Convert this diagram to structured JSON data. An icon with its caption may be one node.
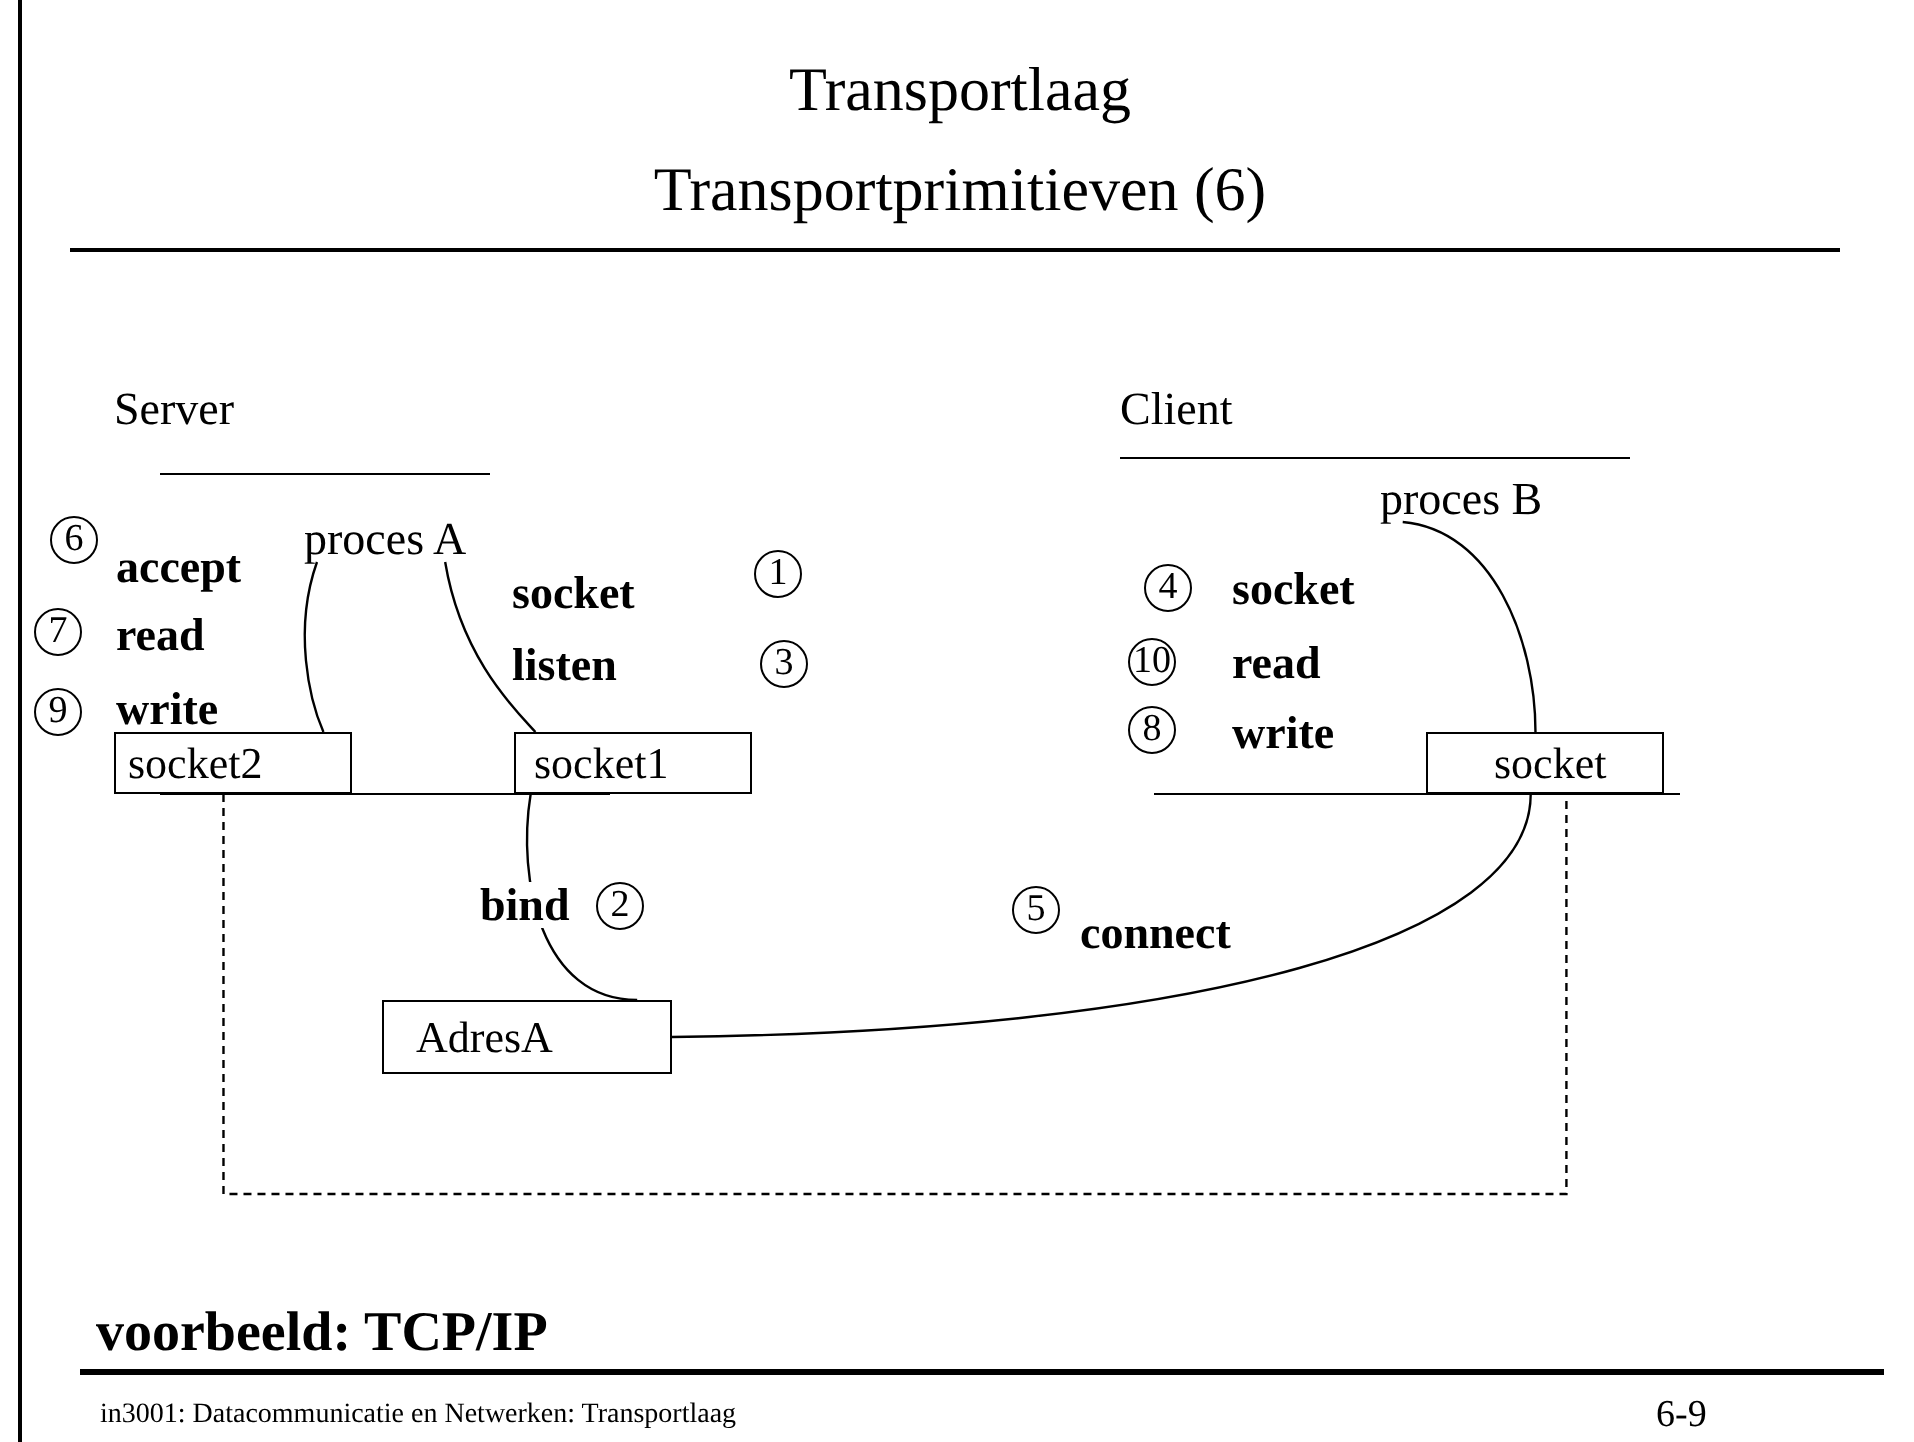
{
  "diagram": {
    "title": "Transportlaag Transportprimitieven (6)",
    "nodes": [
      {
        "text": [
          "proces A"
        ]
      },
      {
        "text": [
          "proces B"
        ]
      },
      {
        "text": [
          "6"
        ]
      },
      {
        "text": [
          "1"
        ]
      },
      {
        "text": [
          "4"
        ]
      },
      {
        "text": [
          "7"
        ]
      },
      {
        "text": [
          "3"
        ]
      },
      {
        "text": [
          "10"
        ]
      },
      {
        "text": [
          "9"
        ]
      },
      {
        "text": [
          "8"
        ]
      },
      {
        "text": [
          "socket2"
        ]
      },
      {
        "text": [
          "socket1"
        ]
      },
      {
        "text": [
          "socket"
        ]
      },
      {
        "text": [
          "2"
        ]
      },
      {
        "text": [
          "5"
        ]
      },
      {
        "text": [
          "AdresA"
        ]
      }
    ],
    "edges": [
      {
        "from": 0,
        "to": 10,
        "arrow": "none"
      },
      {
        "from": 0,
        "to": 11,
        "arrow": "none"
      },
      {
        "from": 11,
        "to": 15,
        "arrow": "none",
        "label": "bind"
      },
      {
        "from": 15,
        "to": 12,
        "arrow": "none",
        "label": "connect"
      },
      {
        "from": 1,
        "to": 12,
        "arrow": "none"
      },
      {
        "from": 10,
        "to": 12,
        "arrow": "none",
        "style": "dashed"
      }
    ],
    "labels": [
      "Server",
      "Client",
      "accept",
      "socket",
      "socket",
      "read",
      "listen",
      "read",
      "write",
      "write",
      "voorbeeld: TCP/IP",
      "in3001: Datacommunicatie en Netwerken: Transportlaag",
      "6-9"
    ]
  }
}
